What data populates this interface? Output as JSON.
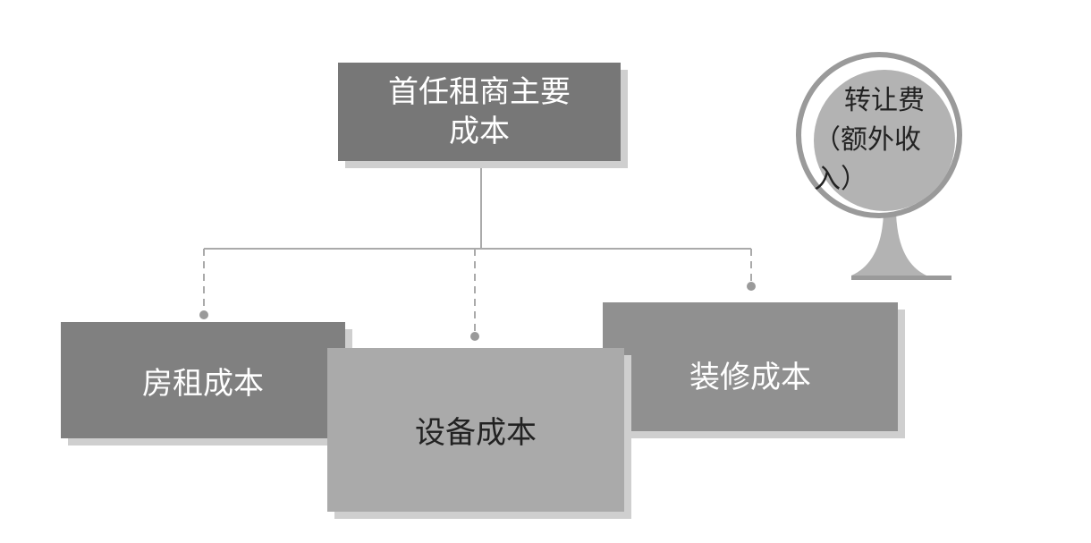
{
  "root": {
    "line1": "首任租商主要",
    "line2": "成本"
  },
  "children": {
    "rent": "房租成本",
    "equipment": "设备成本",
    "decoration": "装修成本"
  },
  "side_note": {
    "line1": "转让费",
    "line2": "（额外收入）"
  }
}
